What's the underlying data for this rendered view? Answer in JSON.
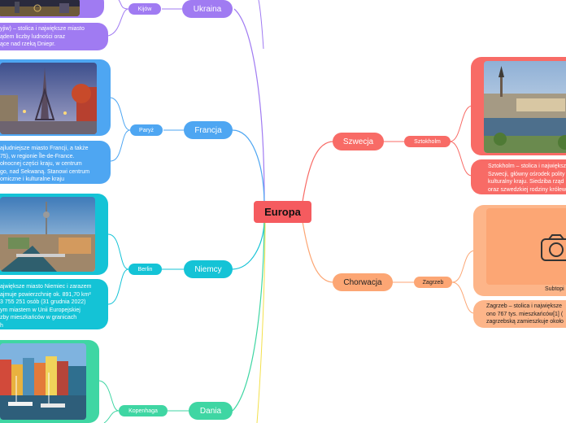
{
  "central": {
    "label": "Europa"
  },
  "colors": {
    "central": "#f55b5f",
    "ukraina": "#a07bf2",
    "francja": "#4ea6f2",
    "niemcy": "#14c3d6",
    "dania": "#3fd6a3",
    "szwecja": "#f86b66",
    "chorwacja": "#fca674"
  },
  "branches": {
    "ukraina": {
      "label": "Ukraina",
      "sub": "Kijów",
      "desc": [
        "yjiw) – stolica i największe miasto",
        "ądem liczby ludności oraz",
        "ące nad rzeką Dniepr."
      ]
    },
    "francja": {
      "label": "Francja",
      "sub": "Paryż",
      "desc": [
        "ajludniejsze miasto Francji, a także",
        "75), w regionie Île-de-France.",
        "ołnocnej części kraju, w centrum",
        "go, nad Sekwaną. Stanowi centrum",
        "omiczne i kulturalne kraju"
      ]
    },
    "niemcy": {
      "label": "Niemcy",
      "sub": "Berlin",
      "desc": [
        "ajwiększe miasto Niemiec i zarazem",
        "ajmuje powierzchnię ok. 891,70 km²",
        "3 755 251 osób (31 grudnia 2022)",
        "ym miastem w Unii Europejskiej",
        "zby mieszkańców w granicach",
        "h"
      ]
    },
    "dania": {
      "label": "Dania",
      "sub": "Kopenhaga"
    },
    "szwecja": {
      "label": "Szwecja",
      "sub": "Sztokholm",
      "desc": [
        "Sztokholm – stolica i największ",
        "Szwecji, główny ośrodek polity",
        "kulturalny kraju. Siedziba rząd",
        "oraz szwedzkiej rodziny królew"
      ]
    },
    "chorwacja": {
      "label": "Chorwacja",
      "sub": "Zagrzeb",
      "placeholder_label": "Subtopi",
      "desc": [
        "Zagrzeb – stolica i największe",
        "ono 767 tys. mieszkańców[1] (",
        "zagrzebską zamieszkuje około"
      ]
    }
  }
}
